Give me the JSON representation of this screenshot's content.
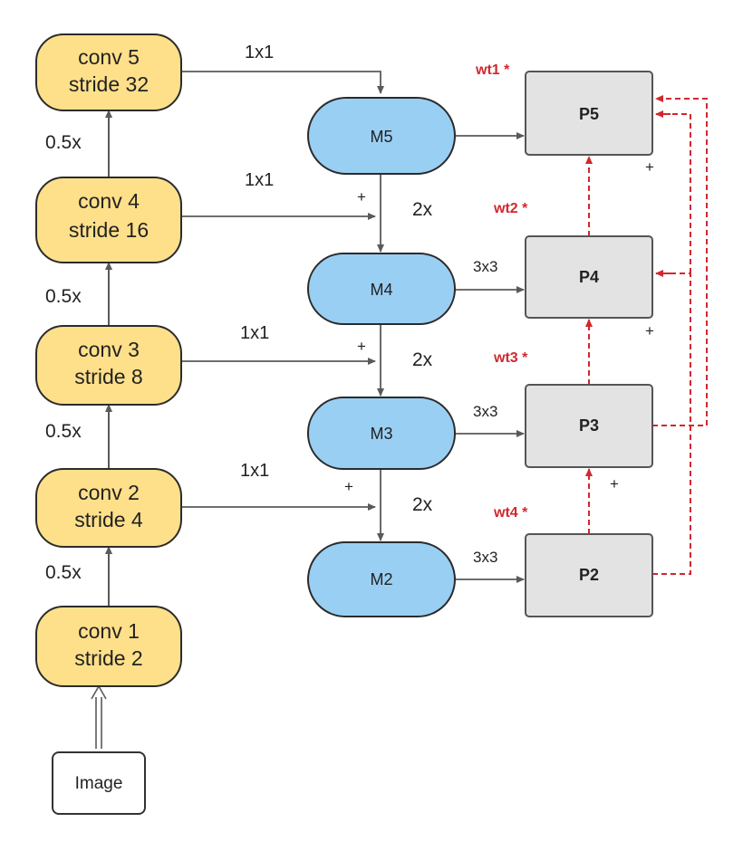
{
  "colors": {
    "conv_fill": "#FFE08A",
    "conv_stroke": "#2b2b2b",
    "m_fill": "#9ACFF4",
    "m_stroke": "#2b2b2b",
    "p_fill": "#E3E3E3",
    "p_stroke": "#555555",
    "arrow": "#5a5a5a",
    "weight_arrow": "#D0282F",
    "weight_label": "#D0282F"
  },
  "input": {
    "label": "Image"
  },
  "backbone": [
    {
      "line1": "conv 1",
      "line2": "stride 2"
    },
    {
      "line1": "conv 2",
      "line2": "stride 4"
    },
    {
      "line1": "conv 3",
      "line2": "stride 8"
    },
    {
      "line1": "conv 4",
      "line2": "stride 16"
    },
    {
      "line1": "conv 5",
      "line2": "stride 32"
    }
  ],
  "downsample_labels": [
    "0.5x",
    "0.5x",
    "0.5x",
    "0.5x"
  ],
  "lateral_labels": [
    "1x1",
    "1x1",
    "1x1",
    "1x1"
  ],
  "merge_nodes": [
    "M5",
    "M4",
    "M3",
    "M2"
  ],
  "upsample_labels": [
    "2x",
    "2x",
    "2x"
  ],
  "plus": "+",
  "conv3x3_labels": [
    "3x3",
    "3x3",
    "3x3"
  ],
  "pyramid_nodes": [
    "P5",
    "P4",
    "P3",
    "P2"
  ],
  "weight_labels": [
    "wt1 *",
    "wt2 *",
    "wt3 *",
    "wt4 *"
  ]
}
